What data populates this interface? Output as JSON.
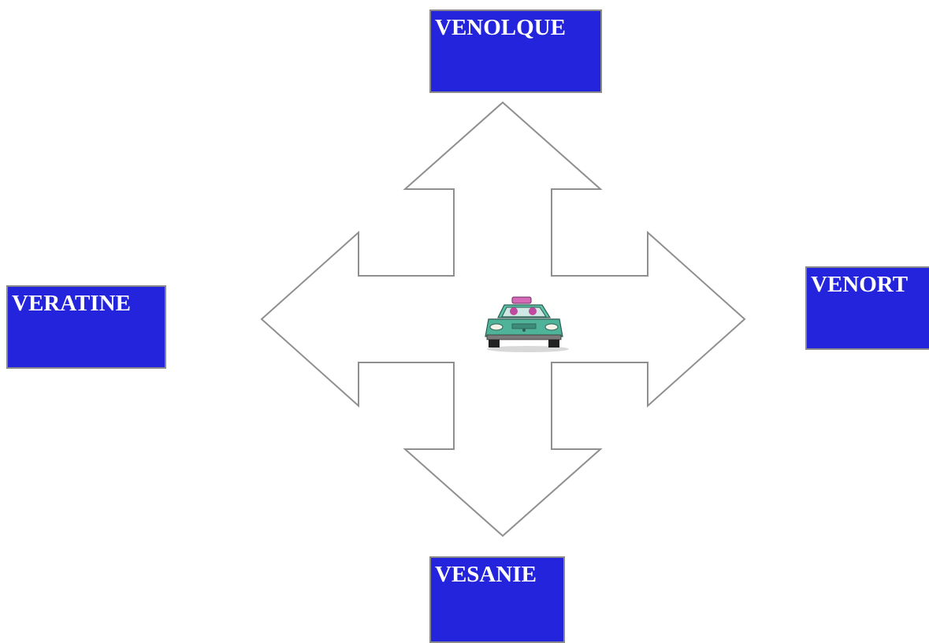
{
  "colors": {
    "box_fill": "#2424dc",
    "box_border": "#8a8a8a",
    "label_text": "#ffffff",
    "arrow_stroke": "#8f8f8f",
    "taxi_body": "#4fb39a",
    "taxi_roof_sign": "#d66ab8"
  },
  "destinations": {
    "north": "VENOLQUE",
    "west": "VERATINE",
    "east": "VENORT",
    "south": "VESANIE"
  },
  "icons": {
    "center": "taxi-icon",
    "arrows": "four-way-arrow-icon"
  }
}
